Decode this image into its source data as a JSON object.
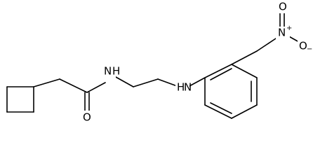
{
  "molecule": {
    "atoms": {
      "amide_n": "N",
      "amide_h": "H",
      "amine_n": "N",
      "amine_h": "H",
      "carbonyl_o": "O",
      "nitro_n": "N",
      "nitro_n_charge": "+",
      "nitro_o_top": "O",
      "nitro_o_bottom": "O",
      "nitro_o_bottom_charge": "−"
    },
    "colors": {
      "bond": "#000000",
      "text": "#000000",
      "background": "#ffffff"
    }
  }
}
